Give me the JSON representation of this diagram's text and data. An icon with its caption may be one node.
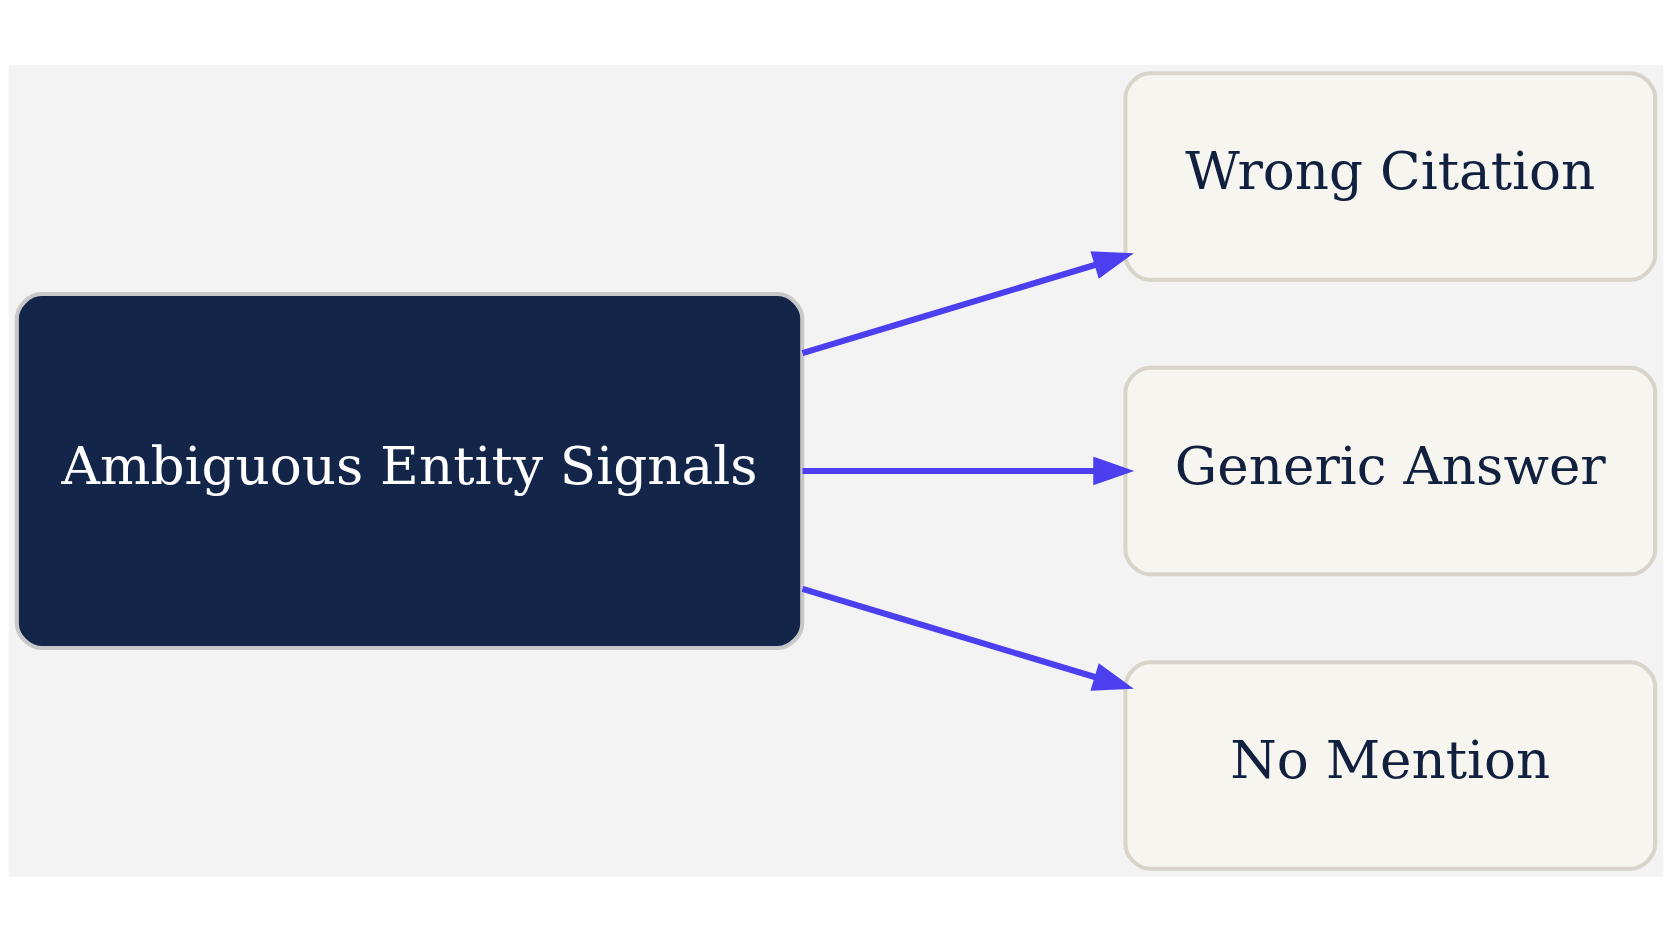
{
  "diagram": {
    "nodes": [
      {
        "text": [
          "Ambiguous Entity Signals"
        ]
      },
      {
        "text": [
          "Wrong Citation"
        ]
      },
      {
        "text": [
          "Generic Answer"
        ]
      },
      {
        "text": [
          "No Mention"
        ]
      }
    ],
    "edges": [
      {
        "from": 0,
        "to": 1,
        "arrow": "to"
      },
      {
        "from": 0,
        "to": 2,
        "arrow": "to"
      },
      {
        "from": 0,
        "to": 3,
        "arrow": "to"
      }
    ]
  }
}
